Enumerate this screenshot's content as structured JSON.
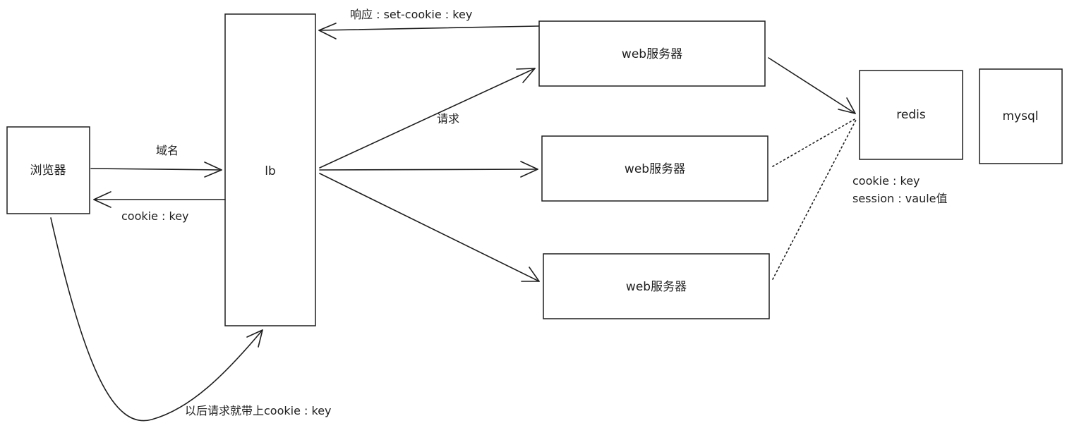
{
  "nodes": {
    "browser": "浏览器",
    "lb": "lb",
    "web1": "web服务器",
    "web2": "web服务器",
    "web3": "web服务器",
    "redis": "redis",
    "mysql": "mysql"
  },
  "edges": {
    "domain": "域名",
    "cookie_key": "cookie : key",
    "response": "响应 : set-cookie : key",
    "request": "请求",
    "later": "以后请求就带上cookie : key"
  },
  "redis_note": {
    "line1": "cookie : key",
    "line2": "session : vaule值"
  }
}
